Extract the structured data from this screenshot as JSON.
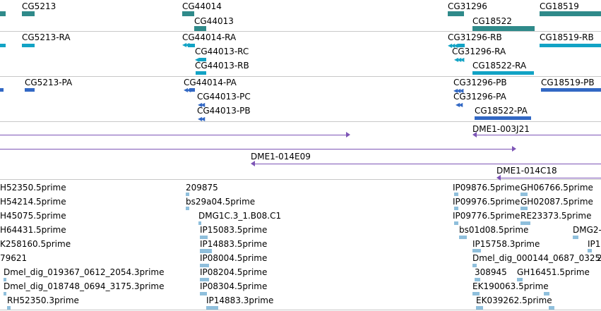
{
  "tracks": {
    "genes": [
      "CG5213",
      "CG44014",
      "CG44013",
      "CG31296",
      "CG18522",
      "CG18519"
    ],
    "transcripts": [
      "CG5213-RA",
      "CG44014-RA",
      "CG44013-RC",
      "CG44013-RB",
      "CG31296-RB",
      "CG31296-RA",
      "CG18522-RA",
      "CG18519-RB"
    ],
    "proteins": [
      "CG5213-PA",
      "CG44014-PA",
      "CG44013-PC",
      "CG44013-PB",
      "CG31296-PB",
      "CG31296-PA",
      "CG18522-PA",
      "CG18519-PB"
    ],
    "clones": [
      "DME1-003J21",
      "DME1-014E09",
      "DME1-014C18"
    ],
    "ests": [
      "H52350.5prime",
      "H54214.5prime",
      "H45075.5prime",
      "H64431.5prime",
      "K258160.5prime",
      "79621",
      "Dmel_dig_019367_0612_2054.3prime",
      "Dmel_dig_018748_0694_3175.3prime",
      "RH52350.3prime",
      "209875",
      "bs29a04.5prime",
      "DMG1C.3_1.B08.C1",
      "IP15083.5prime",
      "IP14883.5prime",
      "IP08004.5prime",
      "IP08204.5prime",
      "IP08304.5prime",
      "IP14883.3prime",
      "IP09876.5prime",
      "GH06766.5prime",
      "IP09976.5prime",
      "GH02087.5prime",
      "IP09776.5prime",
      "RE23373.5prime",
      "bs01d08.5prime",
      "DMG2-",
      "IP15758.3prime",
      "IP1",
      "Dmel_dig_000144_0687_0325",
      "308945",
      "GH16451.5prime",
      "EK190063.5prime",
      "EK039262.5prime",
      "2"
    ]
  },
  "colors": {
    "gene": "#2f8a8a",
    "transcript": "#12a3c5",
    "protein": "#3268c4",
    "clone": "#7d55b6",
    "est": "#8fbfdc"
  }
}
